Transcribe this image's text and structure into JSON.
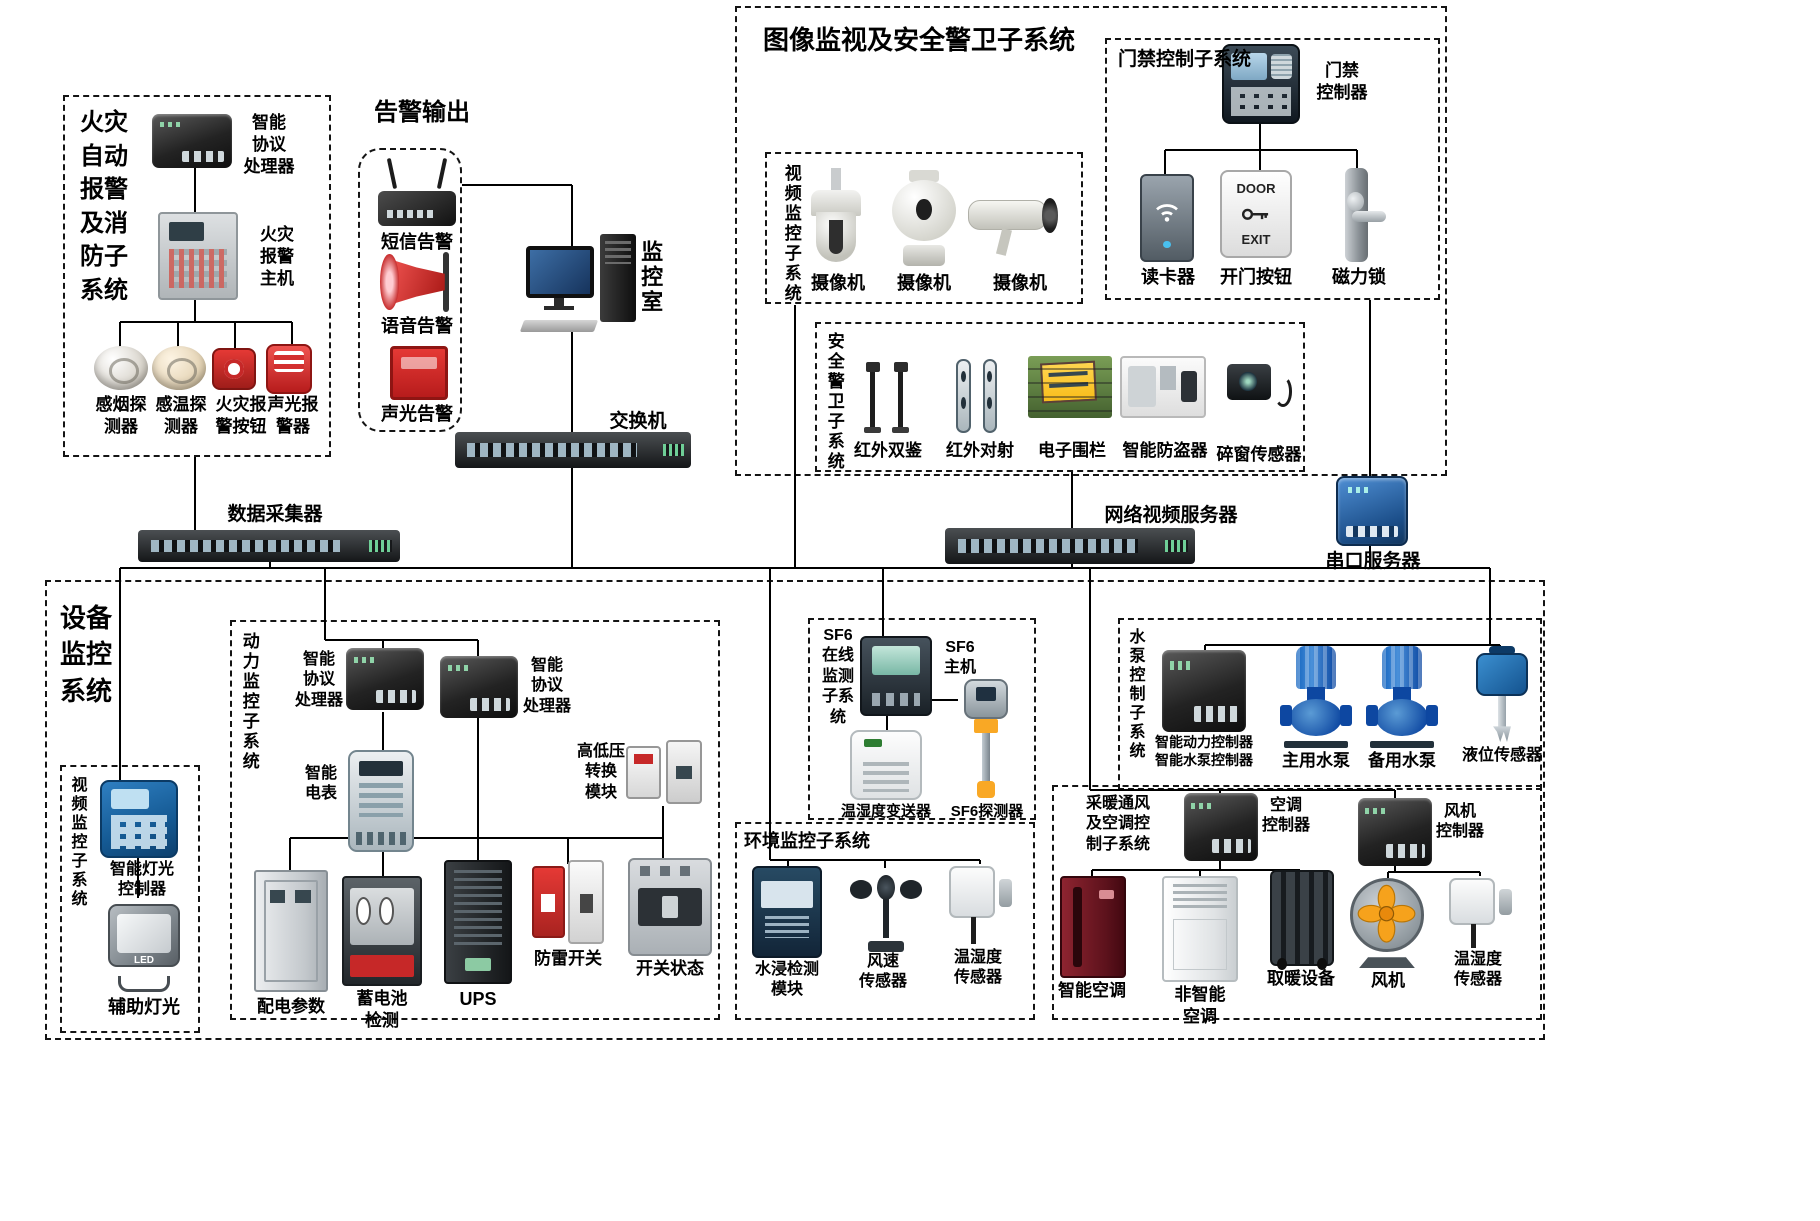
{
  "fire": {
    "title": "火灾\n自动\n报警\n及消\n防子\n系统",
    "processor": "智能\n协议\n处理器",
    "host": "火灾\n报警\n主机",
    "detectors": [
      "感烟探\n测器",
      "感温探\n测器",
      "火灾报\n警按钮",
      "声光报\n警器"
    ]
  },
  "alarm_out": {
    "title": "告警输出",
    "items": [
      "短信告警",
      "语音告警",
      "声光告警"
    ]
  },
  "control_room": "监控室",
  "switch_label": "交换机",
  "data_collector": "数据采集器",
  "surveillance": {
    "title": "图像监视及安全警卫子系统",
    "access": {
      "title": "门禁控制子系统",
      "controller": "门禁\n控制器",
      "reader": "读卡器",
      "door_button": "开门按钮",
      "door_text": "DOOR",
      "exit_text": "EXIT",
      "lock": "磁力锁"
    },
    "video": {
      "title": "视频监控子系统",
      "cameras": [
        "摄像机",
        "摄像机",
        "摄像机"
      ]
    },
    "security": {
      "title": "安全警卫子系统",
      "items": [
        "红外双鉴",
        "红外对射",
        "电子围栏",
        "智能防盗器",
        "碎窗传感器"
      ]
    }
  },
  "nvr": "网络视频服务器",
  "serial_server": "串口服务器",
  "equipment": {
    "title": "设备\n监控\n系统",
    "video_box": {
      "title": "视频监控子系统",
      "light_controller": "智能灯光\n控制器",
      "aux_light": "辅助灯光",
      "led": "LED"
    },
    "power": {
      "title": "动力监控子系统",
      "processor_left": "智能\n协议\n处理器",
      "processor_right": "智能\n协议\n处理器",
      "meter": "智能\n电表",
      "hv_module": "高低压\n转换\n模块",
      "items": [
        "配电参数",
        "蓄电池\n检测",
        "UPS",
        "防雷开关",
        "开关状态"
      ]
    },
    "sf6": {
      "title": "SF6\n在线\n监测\n子系\n统",
      "host": "SF6\n主机",
      "transmitter": "温湿度变送器",
      "detector": "SF6探测器"
    },
    "environment": {
      "title": "环境监控子系统",
      "items": [
        "水浸检测\n模块",
        "风速\n传感器",
        "温湿度\n传感器"
      ]
    },
    "pump": {
      "title": "水泵控制子系统",
      "controller": "智能动力控制器\n智能水泵控制器",
      "pumps": [
        "主用水泵",
        "备用水泵"
      ],
      "level_sensor": "液位传感器"
    },
    "hvac": {
      "title": "采暖通风\n及空调控\n制子系统",
      "ac_controller": "空调\n控制器",
      "fan_controller": "风机\n控制器",
      "items": [
        "智能空调",
        "非智能\n空调",
        "取暖设备",
        "风机",
        "温湿度\n传感器"
      ]
    }
  }
}
